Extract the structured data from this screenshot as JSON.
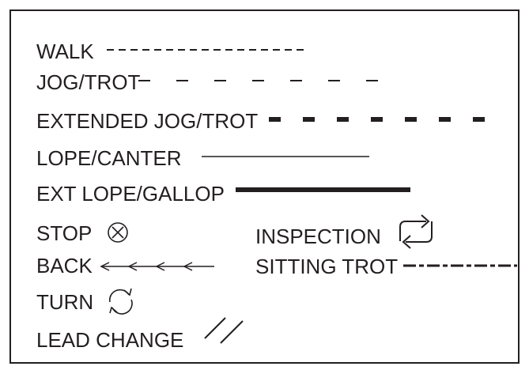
{
  "legend": {
    "walk": "WALK",
    "jog_trot": "JOG/TROT",
    "extended_jog_trot": "EXTENDED JOG/TROT",
    "lope_canter": "LOPE/CANTER",
    "ext_lope_gallop": "EXT LOPE/GALLOP",
    "stop": "STOP",
    "inspection": "INSPECTION",
    "back": "BACK",
    "sitting_trot": "SITTING TROT",
    "turn": "TURN",
    "lead_change": "LEAD CHANGE"
  },
  "colors": {
    "ink": "#231f20"
  },
  "icons": {
    "stop": "circled-x-icon",
    "inspection": "square-cycle-arrows-icon",
    "back": "multi-arrow-left-icon",
    "turn": "circular-arrows-icon",
    "lead_change": "double-slash-icon"
  }
}
